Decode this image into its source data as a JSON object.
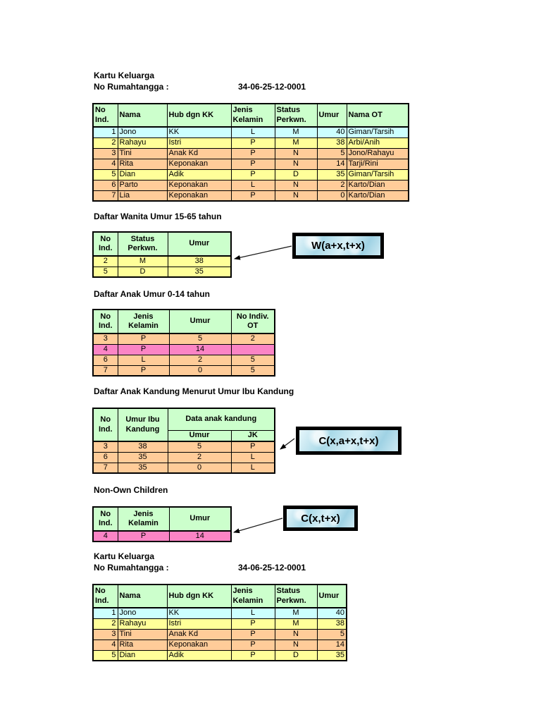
{
  "page": {
    "title1": "Kartu Keluarga",
    "household_label": "No Rumahtangga :",
    "household_value": "34-06-25-12-0001",
    "section2_title": "Daftar Wanita Umur 15-65 tahun",
    "section3_title": "Daftar Anak Umur 0-14 tahun",
    "section4_title": "Daftar Anak Kandung Menurut Umur Ibu Kandung",
    "section5_title": "Non-Own Children",
    "title2": "Kartu Keluarga",
    "household_label2": "No Rumahtangga :",
    "household_value2": "34-06-25-12-0001"
  },
  "callouts": {
    "wanita_formula": "W(a+x,t+x)",
    "anak_kandung_formula": "C(x,a+x,t+x)",
    "non_own_formula": "C(x,t+x)"
  },
  "palette": {
    "header_green": "#CCFFCC",
    "row_blue": "#CCFFFF",
    "row_yellow": "#FFFF99",
    "row_orange": "#FFCC99",
    "row_pink": "#FB84C5",
    "callout_blue": "#BEE4F0",
    "border": "#000000"
  },
  "tables": {
    "t1": {
      "headers": [
        "No\nInd.",
        "Nama",
        "Hub dgn KK",
        "Jenis\nKelamin",
        "Status\nPerkwn.",
        "Umur",
        "Nama OT"
      ],
      "rows": [
        {
          "color": "blue",
          "cells": [
            "1",
            "Jono",
            "KK",
            "L",
            "M",
            "40",
            "Giman/Tarsih"
          ]
        },
        {
          "color": "yellow",
          "cells": [
            "2",
            "Rahayu",
            "Istri",
            "P",
            "M",
            "38",
            "Arbi/Anih"
          ]
        },
        {
          "color": "orange",
          "cells": [
            "3",
            "Tini",
            "Anak Kd",
            "P",
            "N",
            "5",
            "Jono/Rahayu"
          ]
        },
        {
          "color": "orange",
          "cells": [
            "4",
            "Rita",
            "Keponakan",
            "P",
            "N",
            "14",
            "Tarji/Rini"
          ]
        },
        {
          "color": "yellow",
          "cells": [
            "5",
            "Dian",
            "Adik",
            "P",
            "D",
            "35",
            "Giman/Tarsih"
          ]
        },
        {
          "color": "orange",
          "cells": [
            "6",
            "Parto",
            "Keponakan",
            "L",
            "N",
            "2",
            "Karto/Dian"
          ]
        },
        {
          "color": "orange",
          "cells": [
            "7",
            "Lia",
            "Keponakan",
            "P",
            "N",
            "0",
            "Karto/Dian"
          ]
        }
      ]
    },
    "t2": {
      "headers": [
        "No\nInd.",
        "Status\nPerkwn.",
        "Umur"
      ],
      "rows": [
        {
          "color": "yellow",
          "cells": [
            "2",
            "M",
            "38"
          ]
        },
        {
          "color": "yellow",
          "cells": [
            "5",
            "D",
            "35"
          ]
        }
      ]
    },
    "t3": {
      "headers": [
        "No\nInd.",
        "Jenis\nKelamin",
        "Umur",
        "No Indiv.\nOT"
      ],
      "rows": [
        {
          "color": "orange",
          "cells": [
            "3",
            "P",
            "5",
            "2"
          ]
        },
        {
          "color": "pink",
          "cells": [
            "4",
            "P",
            "14",
            ""
          ]
        },
        {
          "color": "orange",
          "cells": [
            "6",
            "L",
            "2",
            "5"
          ]
        },
        {
          "color": "orange",
          "cells": [
            "7",
            "P",
            "0",
            "5"
          ]
        }
      ]
    },
    "t4": {
      "headers": {
        "no_ind": "No\nInd.",
        "umur_ibu": "Umur Ibu\nKandung",
        "group": "Data anak kandung",
        "umur": "Umur",
        "jk": "JK"
      },
      "rows": [
        {
          "color": "orange",
          "cells": [
            "3",
            "38",
            "5",
            "P"
          ]
        },
        {
          "color": "orange",
          "cells": [
            "6",
            "35",
            "2",
            "L"
          ]
        },
        {
          "color": "orange",
          "cells": [
            "7",
            "35",
            "0",
            "L"
          ]
        }
      ]
    },
    "t5": {
      "headers": [
        "No\nInd.",
        "Jenis\nKelamin",
        "Umur"
      ],
      "rows": [
        {
          "color": "pink",
          "cells": [
            "4",
            "P",
            "14"
          ]
        }
      ]
    },
    "t6": {
      "headers": [
        "No\nInd.",
        "Nama",
        "Hub dgn KK",
        "Jenis\nKelamin",
        "Status\nPerkwn.",
        "Umur"
      ],
      "rows": [
        {
          "color": "blue",
          "cells": [
            "1",
            "Jono",
            "KK",
            "L",
            "M",
            "40"
          ]
        },
        {
          "color": "yellow",
          "cells": [
            "2",
            "Rahayu",
            "Istri",
            "P",
            "M",
            "38"
          ]
        },
        {
          "color": "orange",
          "cells": [
            "3",
            "Tini",
            "Anak Kd",
            "P",
            "N",
            "5"
          ]
        },
        {
          "color": "orange",
          "cells": [
            "4",
            "Rita",
            "Keponakan",
            "P",
            "N",
            "14"
          ]
        },
        {
          "color": "yellow",
          "cells": [
            "5",
            "Dian",
            "Adik",
            "P",
            "D",
            "35"
          ]
        }
      ]
    }
  }
}
